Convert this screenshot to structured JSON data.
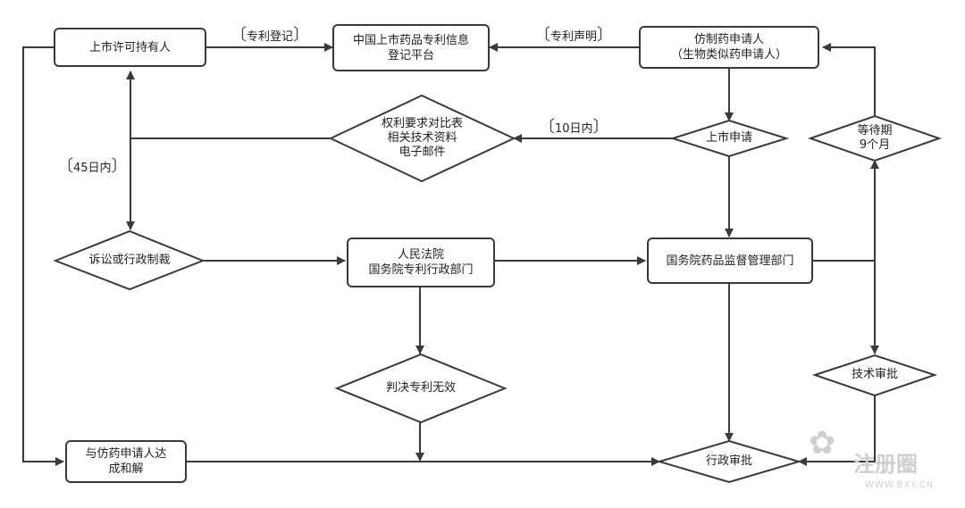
{
  "nodes": {
    "holder": "上市许可持有人",
    "platform": [
      "中国上市药品专利信息",
      "登记平台"
    ],
    "generic": [
      "仿制药申请人",
      "（生物类似药申请人）"
    ],
    "claims": [
      "权利要求对比表",
      "相关技术资料",
      "电子邮件"
    ],
    "market_app": "上市申请",
    "wait": [
      "等待期",
      "9个月"
    ],
    "litigation": "诉讼或行政制裁",
    "court": [
      "人民法院",
      "国务院专利行政部门"
    ],
    "nmpa": "国务院药品监督管理部门",
    "invalid": "判决专利无效",
    "tech_review": "技术审批",
    "settlement": [
      "与仿药申请人达",
      "成和解"
    ],
    "admin_review": "行政审批"
  },
  "edge_labels": {
    "patent_reg": "专利登记",
    "patent_decl": "专利声明",
    "ten_days": "10日内",
    "fortyfive_days": "45日内"
  },
  "watermark": {
    "brand": "注册圈",
    "url": "WWW.BXY.CN"
  }
}
